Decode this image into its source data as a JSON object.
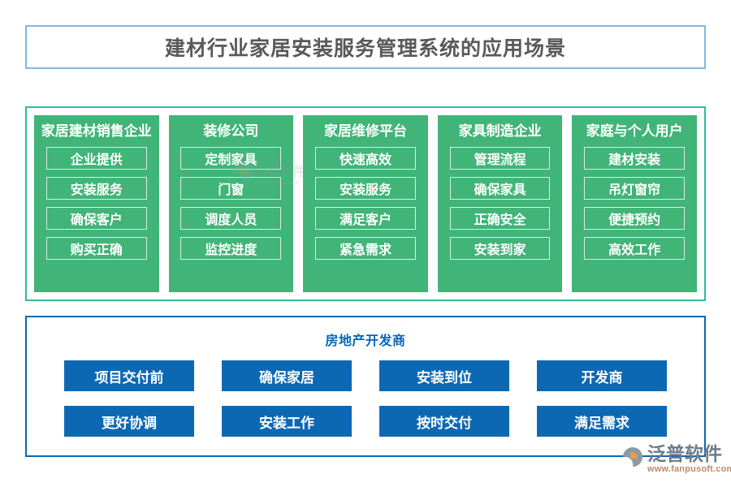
{
  "header": {
    "title": "建材行业家居安装服务管理系统的应用场景"
  },
  "green_section": {
    "columns": [
      {
        "heading": "家居建材销售企业",
        "items": [
          "企业提供",
          "安装服务",
          "确保客户",
          "购买正确"
        ]
      },
      {
        "heading": "装修公司",
        "items": [
          "定制家具",
          "门窗",
          "调度人员",
          "监控进度"
        ]
      },
      {
        "heading": "家居维修平台",
        "items": [
          "快速高效",
          "安装服务",
          "满足客户",
          "紧急需求"
        ]
      },
      {
        "heading": "家具制造企业",
        "items": [
          "管理流程",
          "确保家具",
          "正确安全",
          "安装到家"
        ]
      },
      {
        "heading": "家庭与个人用户",
        "items": [
          "建材安装",
          "吊灯窗帘",
          "便捷预约",
          "高效工作"
        ]
      }
    ]
  },
  "blue_section": {
    "title": "房地产开发商",
    "items": [
      "项目交付前",
      "确保家居",
      "安装到位",
      "开发商",
      "更好协调",
      "安装工作",
      "按时交付",
      "满足需求"
    ]
  },
  "logo": {
    "name": "泛普软件",
    "url": "www.fanpusoft.com",
    "mark": "fanpu-swoosh-icon"
  },
  "colors": {
    "title_border": "#82b7e2",
    "title_text": "#59595b",
    "green_frame": "#2bbd9c",
    "green_fill": "#41b478",
    "green_item_border": "#d8ece0",
    "blue_frame": "#0a66b4",
    "blue_fill": "#0d68b4",
    "logo_text": "#6f7b8a",
    "logo_url": "#c08a6a"
  }
}
